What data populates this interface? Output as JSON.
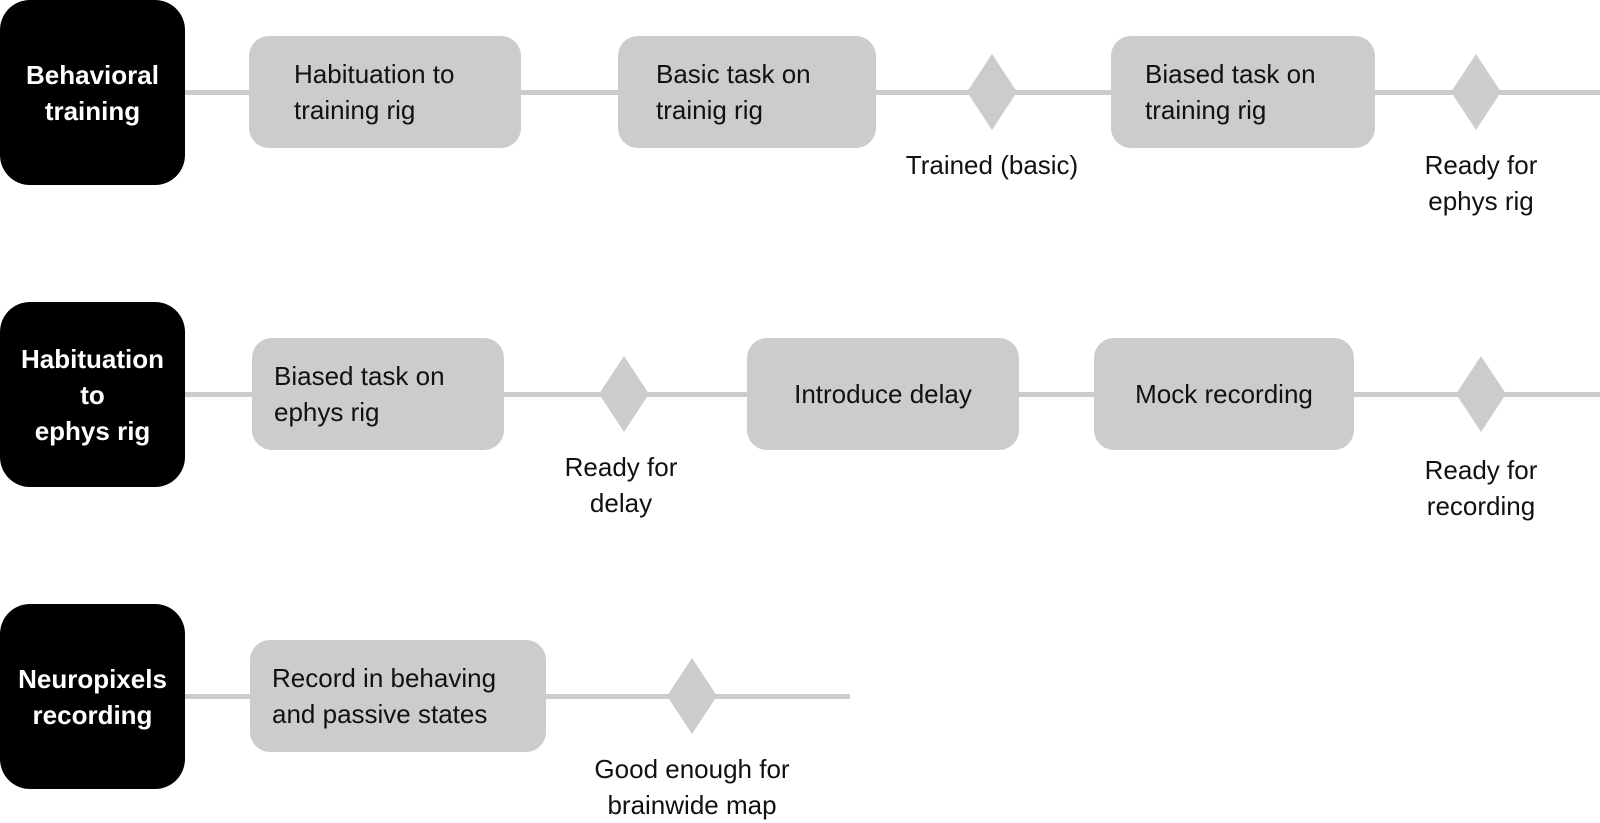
{
  "colors": {
    "stage": "#000000",
    "step": "#cccccc",
    "connector": "#cccccc",
    "stage_text": "#ffffff"
  },
  "rows": [
    {
      "stage": "Behavioral\ntraining",
      "steps": [
        "Habituation to\ntraining rig",
        "Basic task on\ntrainig rig",
        "Biased task on\ntraining rig"
      ],
      "milestones": [
        "Trained (basic)",
        "Ready for\nephys rig"
      ]
    },
    {
      "stage": "Habituation\nto\nephys rig",
      "steps": [
        "Biased task on\nephys rig",
        "Introduce delay",
        "Mock recording"
      ],
      "milestones": [
        "Ready for\ndelay",
        "Ready for\nrecording"
      ]
    },
    {
      "stage": "Neuropixels\nrecording",
      "steps": [
        "Record in behaving\nand passive states"
      ],
      "milestones": [
        "Good enough for\nbrainwide map"
      ]
    }
  ]
}
